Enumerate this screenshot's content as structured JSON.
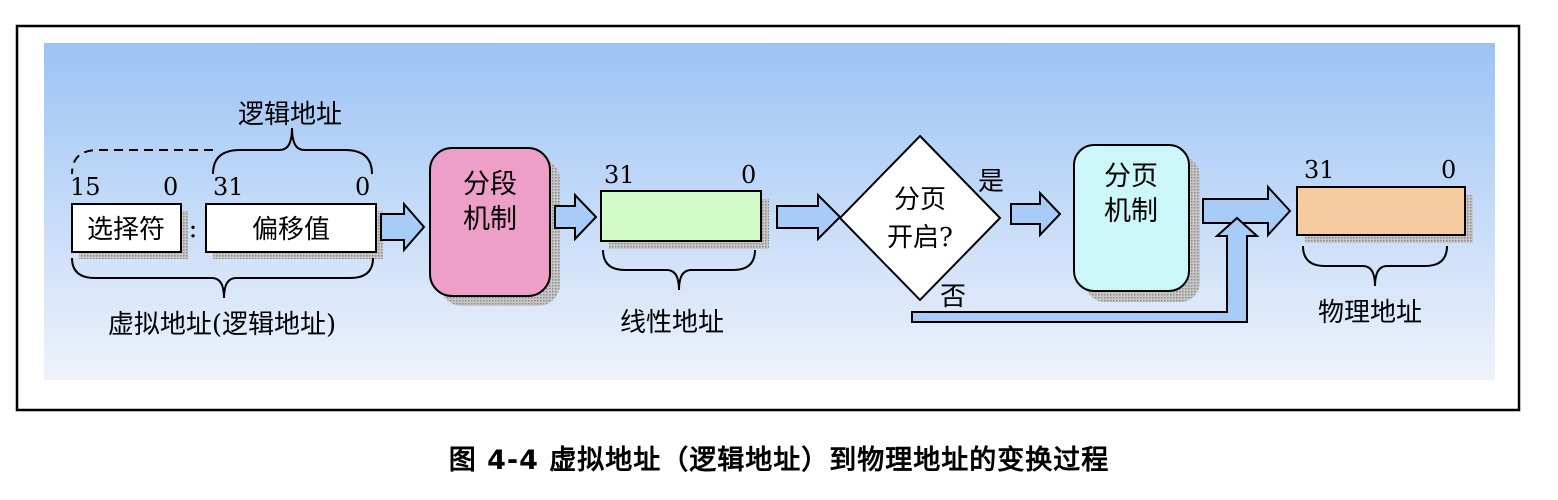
{
  "diagram": {
    "virtual_address": {
      "selector": {
        "label": "选择符",
        "bit_high": "15",
        "bit_low": "0"
      },
      "separator": ":",
      "offset": {
        "label": "偏移值",
        "bit_high": "31",
        "bit_low": "0"
      },
      "logical_address_label": "逻辑地址",
      "caption": "虚拟地址(逻辑地址)"
    },
    "segmentation": {
      "line1": "分段",
      "line2": "机制"
    },
    "linear_address": {
      "bit_high": "31",
      "bit_low": "0",
      "caption": "线性地址"
    },
    "paging_decision": {
      "line1": "分页",
      "line2": "开启?",
      "yes": "是",
      "no": "否"
    },
    "paging": {
      "line1": "分页",
      "line2": "机制"
    },
    "physical_address": {
      "bit_high": "31",
      "bit_low": "0",
      "caption": "物理地址"
    },
    "colors": {
      "background_top": "#9cc3f5",
      "background_bottom": "#eef3fb",
      "segmentation_fill": "#ee9fc8",
      "linear_fill": "#d3fbc9",
      "paging_fill": "#ccf7f8",
      "physical_fill": "#f7cba0",
      "arrow_fill": "#a8cbf7",
      "shadow": "#9a9a9a"
    }
  },
  "caption": "图 4-4 虚拟地址（逻辑地址）到物理地址的变换过程"
}
